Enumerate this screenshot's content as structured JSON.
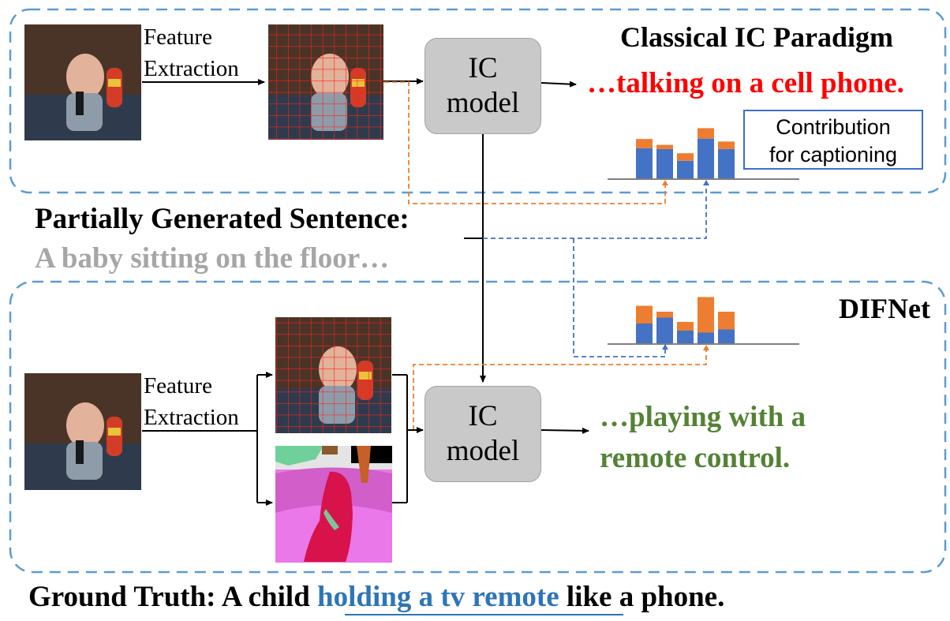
{
  "classical": {
    "title": "Classical IC Paradigm",
    "feature_label_line1": "Feature",
    "feature_label_line2": "Extraction",
    "model_line1": "IC",
    "model_line2": "model",
    "output_caption": "…talking on a cell phone.",
    "contribution_line1": "Contribution",
    "contribution_line2": "for captioning",
    "bar_chart": {
      "bars": [
        {
          "blue": 0.72,
          "orange": 0.22
        },
        {
          "blue": 0.7,
          "orange": 0.1
        },
        {
          "blue": 0.42,
          "orange": 0.18
        },
        {
          "blue": 0.95,
          "orange": 0.25
        },
        {
          "blue": 0.7,
          "orange": 0.18
        }
      ]
    }
  },
  "partial": {
    "heading": "Partially Generated Sentence:",
    "sentence": "A baby sitting on the floor…"
  },
  "difnet": {
    "title": "DIFNet",
    "feature_label_line1": "Feature",
    "feature_label_line2": "Extraction",
    "model_line1": "IC",
    "model_line2": "model",
    "output_line1": "…playing with a",
    "output_line2": "remote control.",
    "bar_chart": {
      "bars": [
        {
          "blue": 0.5,
          "orange": 0.45
        },
        {
          "blue": 0.65,
          "orange": 0.15
        },
        {
          "blue": 0.32,
          "orange": 0.22
        },
        {
          "blue": 0.27,
          "orange": 0.9
        },
        {
          "blue": 0.35,
          "orange": 0.45
        }
      ]
    }
  },
  "ground_truth": {
    "prefix": "Ground Truth: A child ",
    "highlight": "holding a tv remote ",
    "suffix": "like a phone."
  },
  "colors": {
    "dashed_border": "#5b9bd5",
    "classical_output": "#ff0000",
    "difnet_output": "#548235",
    "partial_sentence": "#a6a6a6",
    "highlight": "#2e75b6",
    "bar_blue": "#4472c4",
    "bar_orange": "#ed7d31",
    "model_fill": "#c9c9c9",
    "grid_red": "#ff2020"
  }
}
